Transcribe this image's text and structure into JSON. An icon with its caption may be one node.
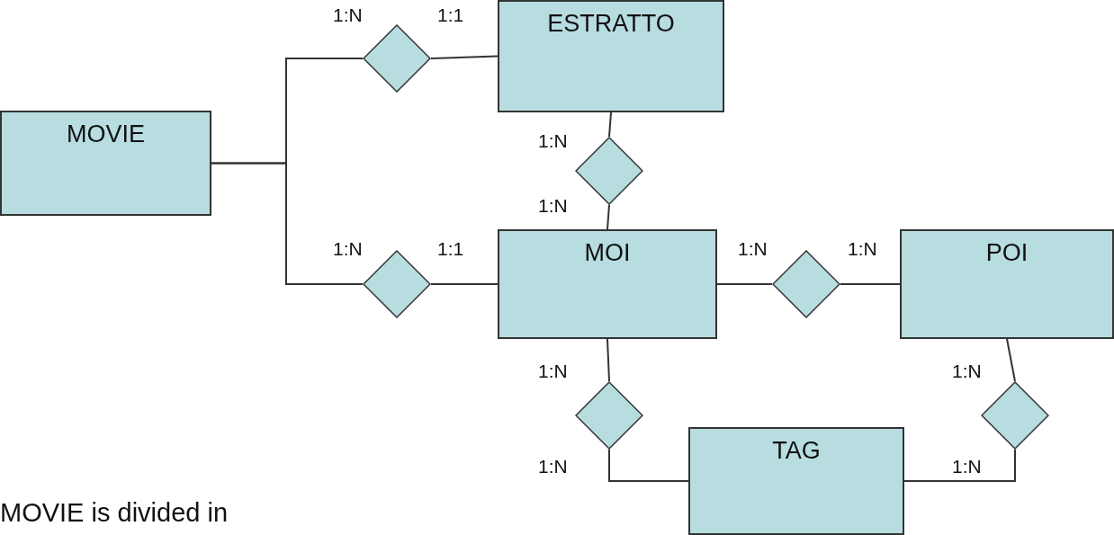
{
  "diagram": {
    "nodes": [
      {
        "text": [
          "MOVIE"
        ]
      },
      {
        "text": [],
        "shape": "diamond"
      },
      {
        "text": [
          "ESTRATTO"
        ]
      },
      {
        "text": [],
        "shape": "diamond"
      },
      {
        "text": [],
        "shape": "diamond"
      },
      {
        "text": [
          "MOI"
        ]
      },
      {
        "text": [],
        "shape": "diamond"
      },
      {
        "text": [
          "POI"
        ]
      },
      {
        "text": [],
        "shape": "diamond"
      },
      {
        "text": [],
        "shape": "diamond"
      },
      {
        "text": [
          "TAG"
        ]
      }
    ],
    "edges": [
      {
        "from": 0,
        "to": 1,
        "arrow": "none",
        "label": "1:N"
      },
      {
        "from": 1,
        "to": 2,
        "arrow": "none",
        "label": "1:1"
      },
      {
        "from": 0,
        "to": 4,
        "arrow": "none",
        "label": "1:N"
      },
      {
        "from": 4,
        "to": 5,
        "arrow": "none",
        "label": "1:1"
      },
      {
        "from": 2,
        "to": 3,
        "arrow": "none",
        "label": "1:N"
      },
      {
        "from": 3,
        "to": 5,
        "arrow": "none",
        "label": "1:N"
      },
      {
        "from": 5,
        "to": 6,
        "arrow": "none",
        "label": "1:N"
      },
      {
        "from": 6,
        "to": 7,
        "arrow": "none",
        "label": "1:N"
      },
      {
        "from": 5,
        "to": 8,
        "arrow": "none",
        "label": "1:N"
      },
      {
        "from": 8,
        "to": 10,
        "arrow": "none",
        "label": "1:N"
      },
      {
        "from": 7,
        "to": 9,
        "arrow": "none",
        "label": "1:N"
      },
      {
        "from": 9,
        "to": 10,
        "arrow": "none",
        "label": "1:N"
      }
    ],
    "labels": [
      "MOVIE is divided in"
    ]
  }
}
